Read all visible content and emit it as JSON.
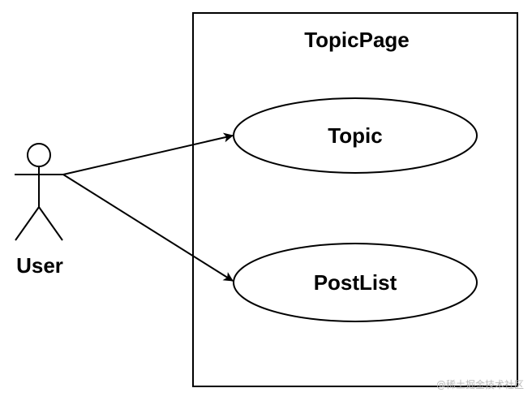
{
  "diagram": {
    "type": "use-case",
    "actor": {
      "name": "User"
    },
    "system_boundary": {
      "title": "TopicPage"
    },
    "use_cases": [
      {
        "name": "Topic"
      },
      {
        "name": "PostList"
      }
    ],
    "associations": [
      {
        "from": "User",
        "to": "Topic"
      },
      {
        "from": "User",
        "to": "PostList"
      }
    ],
    "colors": {
      "stroke": "#000000",
      "fill": "#ffffff"
    }
  },
  "watermark": "@稀土掘金技术社区"
}
